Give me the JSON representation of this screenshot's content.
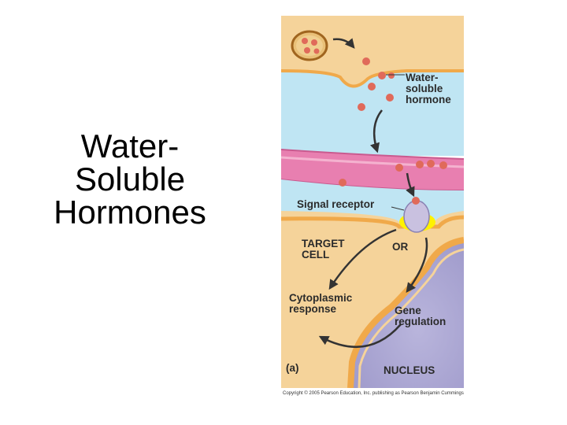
{
  "slide": {
    "title_lines": [
      "Water-",
      "Soluble",
      "Hormones"
    ]
  },
  "figure": {
    "labels": {
      "hormone_line1": "Water-",
      "hormone_line2": "soluble",
      "hormone_line3": "hormone",
      "receptor": "Signal receptor",
      "target_line1": "TARGET",
      "target_line2": "CELL",
      "or": "OR",
      "cyto_line1": "Cytoplasmic",
      "cyto_line2": "response",
      "gene_line1": "Gene",
      "gene_line2": "regulation",
      "panel": "(a)",
      "nucleus": "NUCLEUS"
    },
    "copyright": "Copyright © 2005 Pearson Education, Inc. publishing as Pearson Benjamin Cummings",
    "colors": {
      "cell_tan": "#f5d39a",
      "fluid_blue": "#bfe5f3",
      "vessel_pink": "#e87fb0",
      "membrane_orange": "#f0a94a",
      "nucleus_purple": "#aeaad3",
      "hormone_red": "#e06a5a",
      "receptor_lilac": "#c9c1e0",
      "arrow_dark": "#333333"
    }
  }
}
